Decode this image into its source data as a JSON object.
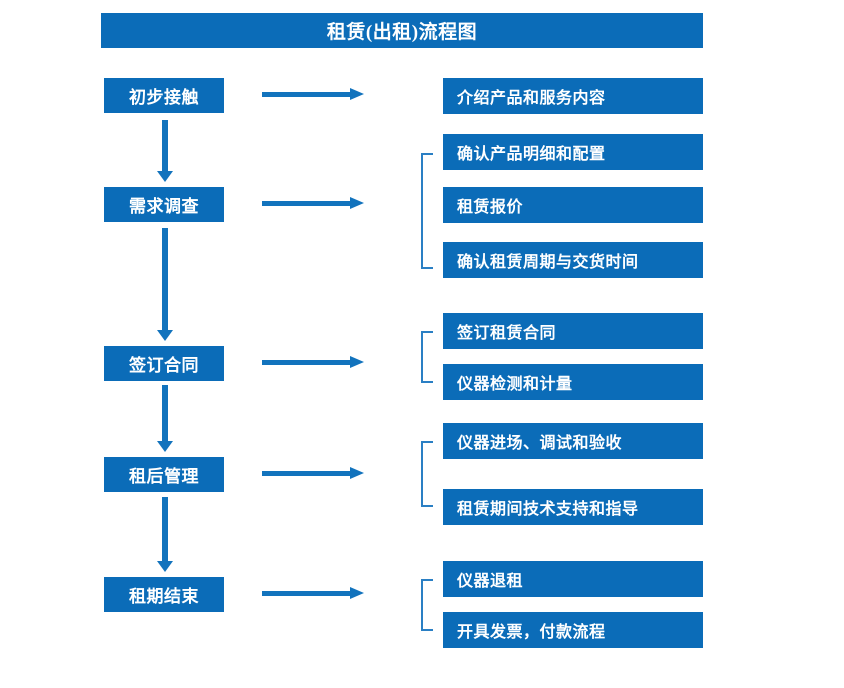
{
  "title": "租赁(出租)流程图",
  "theme": {
    "box_fill": "#0b6cb8",
    "box_text": "#ffffff",
    "arrow": "#1273bd",
    "bracket": "#2a7fc4",
    "background": "#ffffff"
  },
  "stages": [
    {
      "label": "初步接触"
    },
    {
      "label": "需求调查"
    },
    {
      "label": "签订合同"
    },
    {
      "label": "租后管理"
    },
    {
      "label": "租期结束"
    }
  ],
  "details": {
    "group1": [
      {
        "label": "介绍产品和服务内容"
      }
    ],
    "group2": [
      {
        "label": "确认产品明细和配置"
      },
      {
        "label": "租赁报价"
      },
      {
        "label": "确认租赁周期与交货时间"
      }
    ],
    "group3": [
      {
        "label": "签订租赁合同"
      },
      {
        "label": "仪器检测和计量"
      }
    ],
    "group4": [
      {
        "label": "仪器进场、调试和验收"
      },
      {
        "label": "租赁期间技术支持和指导"
      }
    ],
    "group5": [
      {
        "label": "仪器退租"
      },
      {
        "label": "开具发票，付款流程"
      }
    ]
  }
}
